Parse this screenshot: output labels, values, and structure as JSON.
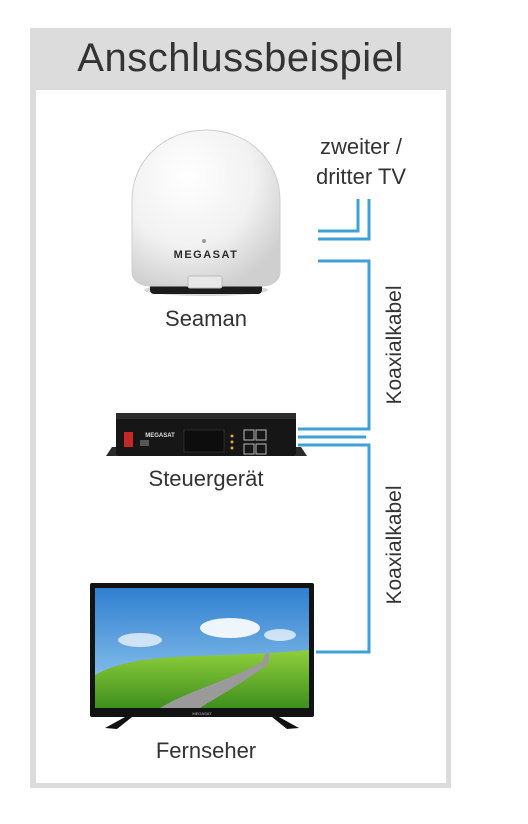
{
  "title": "Anschlussbeispiel",
  "devices": {
    "seaman": {
      "label": "Seaman",
      "brand": "MEGASAT"
    },
    "controller": {
      "label": "Steuergerät",
      "brand": "MEGASAT"
    },
    "tv": {
      "label": "Fernseher",
      "brand": "MEGASAT"
    }
  },
  "secondary_tv": {
    "line1": "zweiter /",
    "line2": "dritter  TV"
  },
  "cables": {
    "upper": "Koaxialkabel",
    "lower": "Koaxialkabel"
  },
  "colors": {
    "cable": "#3da1d6",
    "frame": "#dcdcdc",
    "text": "#333333"
  }
}
